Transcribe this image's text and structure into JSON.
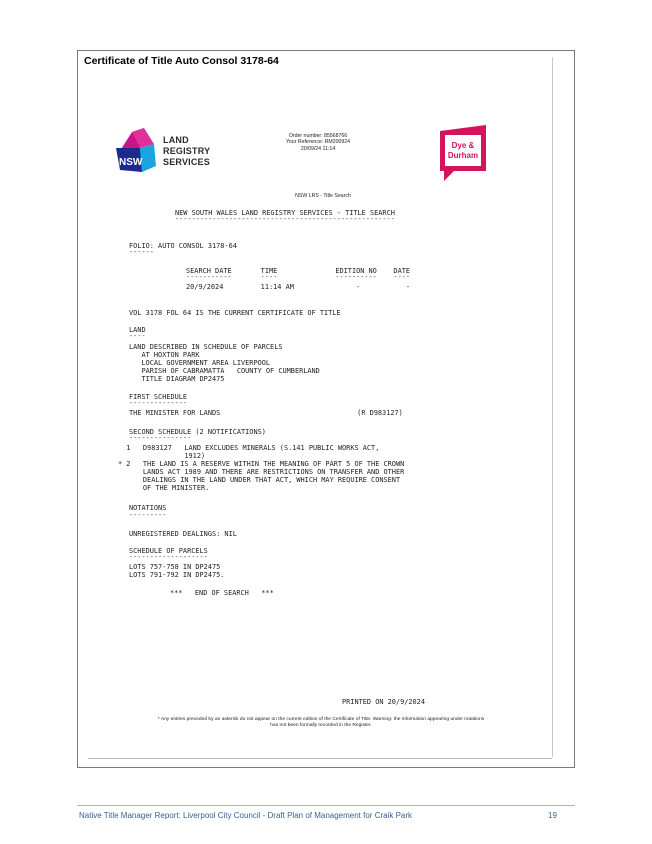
{
  "certificate_title": "Certificate of Title Auto Consol 3178-64",
  "nsw_logo": {
    "badge": "NSW",
    "lines": [
      "LAND",
      "REGISTRY",
      "SERVICES"
    ]
  },
  "order_info": {
    "order_number": "Order number: 85568766",
    "reference": "Your Reference: RM200924",
    "datetime": "20/09/24 11:14"
  },
  "dd_logo": {
    "line1": "Dye &",
    "line2": "Durham"
  },
  "search_label": "NSW LRS - Title Search",
  "heading": "NEW SOUTH WALES LAND REGISTRY SERVICES - TITLE SEARCH",
  "heading_rule": "-----------------------------------------------------",
  "folio": "FOLIO: AUTO CONSOL 3178-64",
  "folio_rule": "------",
  "search_table": {
    "header": "SEARCH DATE       TIME              EDITION NO    DATE",
    "rule": "-----------       ----              ----------    ----",
    "row": "20/9/2024         11:14 AM               -           -"
  },
  "current_cert": "VOL 3178 FOL 64 IS THE CURRENT CERTIFICATE OF TITLE",
  "land": {
    "label": "LAND",
    "rule": "----",
    "lines": [
      "LAND DESCRIBED IN SCHEDULE OF PARCELS",
      "   AT HOXTON PARK",
      "   LOCAL GOVERNMENT AREA LIVERPOOL",
      "   PARISH OF CABRAMATTA   COUNTY OF CUMBERLAND",
      "   TITLE DIAGRAM DP2475"
    ]
  },
  "first_schedule": {
    "label": "FIRST SCHEDULE",
    "rule": "--------------",
    "line": "THE MINISTER FOR LANDS                                 (R D983127)"
  },
  "second_schedule": {
    "label": "SECOND SCHEDULE (2 NOTIFICATIONS)",
    "rule": "---------------",
    "lines": [
      "  1   D983127   LAND EXCLUDES MINERALS (S.141 PUBLIC WORKS ACT,",
      "                1912)",
      "* 2   THE LAND IS A RESERVE WITHIN THE MEANING OF PART 5 OF THE CROWN",
      "      LANDS ACT 1989 AND THERE ARE RESTRICTIONS ON TRANSFER AND OTHER",
      "      DEALINGS IN THE LAND UNDER THAT ACT, WHICH MAY REQUIRE CONSENT",
      "      OF THE MINISTER."
    ]
  },
  "notations": {
    "label": "NOTATIONS",
    "rule": "---------"
  },
  "unregistered": "UNREGISTERED DEALINGS: NIL",
  "parcels": {
    "label": "SCHEDULE OF PARCELS",
    "rule": "-------------------",
    "lines": [
      "LOTS 757-758 IN DP2475",
      "LOTS 791-792 IN DP2475."
    ]
  },
  "end_of_search": "***   END OF SEARCH   ***",
  "printed_on": "PRINTED ON 20/9/2024",
  "footnote": [
    "* Any entries preceded by an asterisk do not appear on the current edition of the Certificate of Title. Warning: the information appearing under notations",
    "has not been formally recorded in the Register."
  ],
  "footer": {
    "text": "Native Title Manager Report: Liverpool City Council - Draft Plan of Management for Craik Park",
    "page": "19"
  },
  "colors": {
    "nsw_blue": "#1b2a8c",
    "nsw_magenta": "#c8148c",
    "nsw_cyan": "#19a6df",
    "dd_red": "#d4145a",
    "footer_blue": "#3c5f8f"
  }
}
